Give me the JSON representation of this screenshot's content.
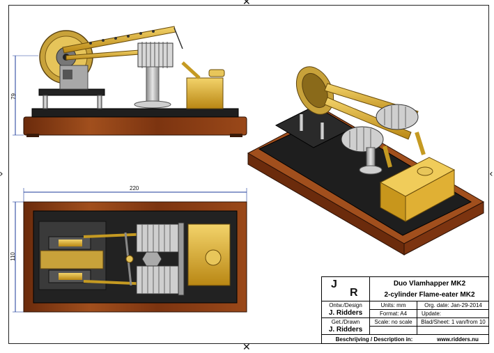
{
  "dimensions": {
    "height_side": "79",
    "width_top": "220",
    "depth_top": "110"
  },
  "title_block": {
    "logo_j": "J",
    "logo_r": "R",
    "title_line1": "Duo Vlamhapper MK2",
    "title_line2": "2-cylinder Flame-eater MK2",
    "design_label": "Ontw./Design",
    "design_value": "J. Ridders",
    "drawn_label": "Get./Drawn",
    "drawn_value": "J. Ridders",
    "units": "Units: mm",
    "org_date": "Org. date: Jan-29-2014",
    "format": "Format: A4",
    "update": "Update:",
    "scale": "Scale: no scale",
    "sheet": "Blad/Sheet: 1 van/from 10",
    "description_label": "Beschrijving / Description in:",
    "website": "www.ridders.nu"
  },
  "colors": {
    "wood": "#8a3f14",
    "wood_dark": "#5e260a",
    "brass": "#d9a520",
    "brass_light": "#f0cc5a",
    "steel": "#b8b8b8",
    "black_plate": "#1e1e1e"
  }
}
